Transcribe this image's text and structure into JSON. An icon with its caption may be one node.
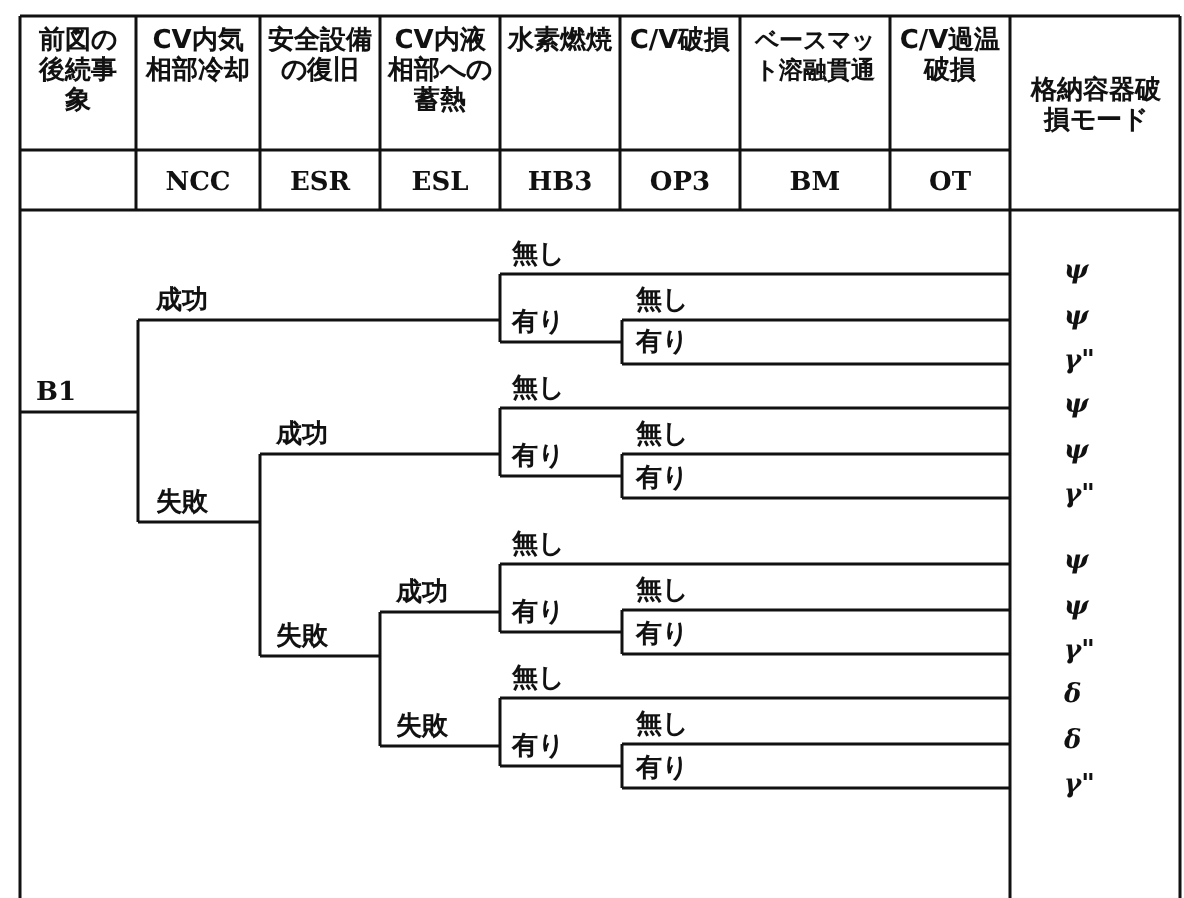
{
  "diagram": {
    "labels": [
      "前図の後続事象",
      "CV内気相部冷却",
      "安全設備の復旧",
      "CV内液相部への蓄熱",
      "水素燃焼",
      "C/V破損",
      "ベースマット溶融貫通",
      "C/V過温破損",
      "格納容器破損モード",
      "NCC",
      "ESR",
      "ESL",
      "HB3",
      "OP3",
      "BM",
      "OT",
      "無し",
      "成功",
      "有り",
      "無し",
      "有り",
      "B1",
      "無し",
      "成功",
      "有り",
      "無し",
      "有り",
      "失敗",
      "無し",
      "成功",
      "有り",
      "無し",
      "失敗",
      "有り",
      "無し",
      "失敗",
      "有り",
      "無し",
      "有り",
      "ψ",
      "ψ",
      "γ\"",
      "ψ",
      "ψ",
      "γ\"",
      "ψ",
      "ψ",
      "γ\"",
      "δ",
      "δ",
      "γ\""
    ]
  }
}
